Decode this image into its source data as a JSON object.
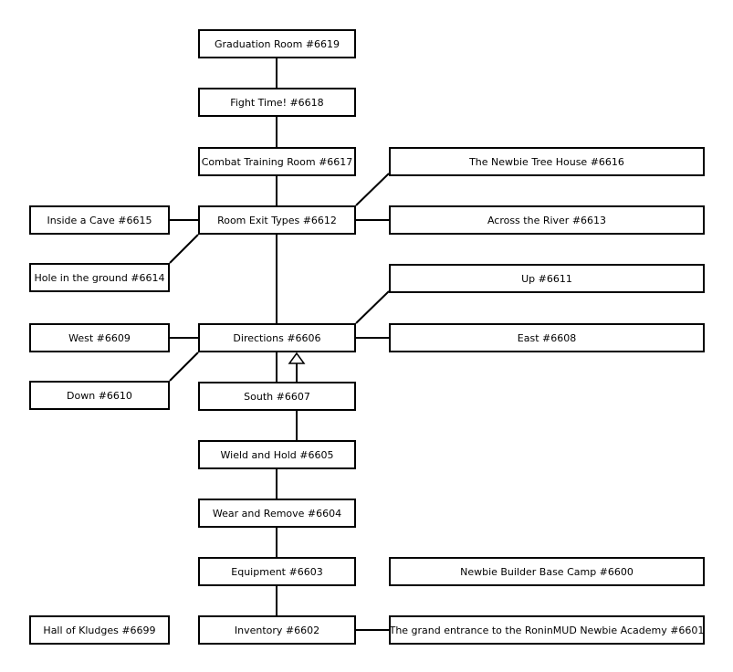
{
  "rooms": {
    "r6619": "Graduation Room #6619",
    "r6618": "Fight Time! #6618",
    "r6617": "Combat Training Room #6617",
    "r6616": "The Newbie Tree House #6616",
    "r6615": "Inside a Cave #6615",
    "r6612": "Room Exit Types #6612",
    "r6613": "Across the River #6613",
    "r6614": "Hole in the ground #6614",
    "r6611": "Up #6611",
    "r6609": "West #6609",
    "r6606": "Directions #6606",
    "r6608": "East #6608",
    "r6610": "Down #6610",
    "r6607": "South #6607",
    "r6605": "Wield and Hold #6605",
    "r6604": "Wear and Remove #6604",
    "r6603": "Equipment #6603",
    "r6600": "Newbie Builder Base Camp #6600",
    "r6699": "Hall of Kludges #6699",
    "r6602": "Inventory #6602",
    "r6601": "The grand entrance to the RoninMUD Newbie Academy #6601"
  },
  "colors": {
    "line": "#000000",
    "box_border": "#000000",
    "box_fill": "#ffffff"
  }
}
